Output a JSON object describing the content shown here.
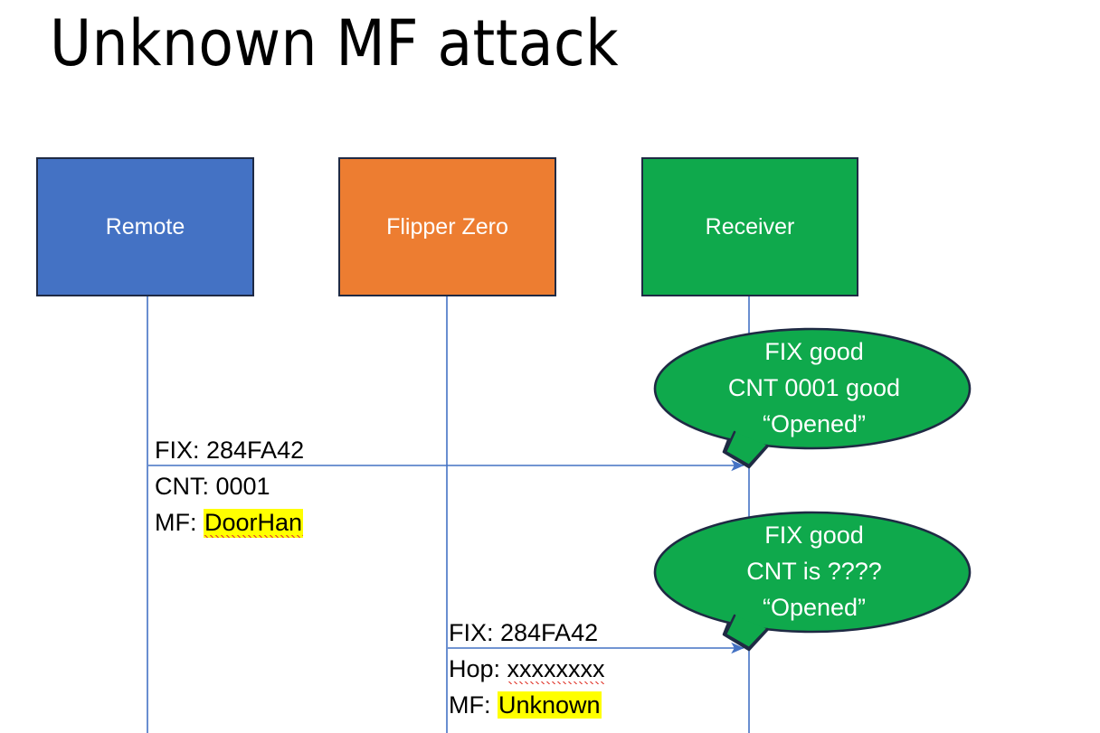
{
  "slide": {
    "title": "Unknown MF attack",
    "background_color": "#FFFFFF"
  },
  "colors": {
    "remote_box": "#4472C4",
    "flipper_box": "#ED7D31",
    "receiver_box": "#0FA94C",
    "box_border": "#1F2A44",
    "lifeline": "#4472C4",
    "arrow": "#4472C4",
    "bubble_fill": "#0FA94C",
    "bubble_border": "#1F2A44",
    "highlight": "#FFFF00",
    "spellcheck_underline": "#E03A2F"
  },
  "nodes": [
    {
      "id": "remote",
      "label": "Remote"
    },
    {
      "id": "flipper",
      "label": "Flipper Zero"
    },
    {
      "id": "receiver",
      "label": "Receiver"
    }
  ],
  "messages": [
    {
      "id": "msg1",
      "from": "remote",
      "to": "receiver",
      "line_above": "FIX: 284FA42",
      "line_below_1": "CNT: 0001",
      "line_below_2_prefix": "MF: ",
      "line_below_2_value": "DoorHan",
      "value_highlighted": true,
      "value_spellchecked": true
    },
    {
      "id": "msg2",
      "from": "flipper",
      "to": "receiver",
      "line_above": "FIX: 284FA42",
      "line_below_1_prefix": "Hop: ",
      "line_below_1_value": "xxxxxxxx",
      "line_below_1_spellchecked": true,
      "line_below_2_prefix": "MF: ",
      "line_below_2_value": "Unknown",
      "value_highlighted": true,
      "value_spellchecked": false
    }
  ],
  "bubbles": [
    {
      "id": "bubble1",
      "anchor": "receiver",
      "line1": "FIX good",
      "line2": "CNT 0001 good",
      "line3": "“Opened”"
    },
    {
      "id": "bubble2",
      "anchor": "receiver",
      "line1": "FIX good",
      "line2": "CNT is ????",
      "line3": "“Opened”"
    }
  ]
}
